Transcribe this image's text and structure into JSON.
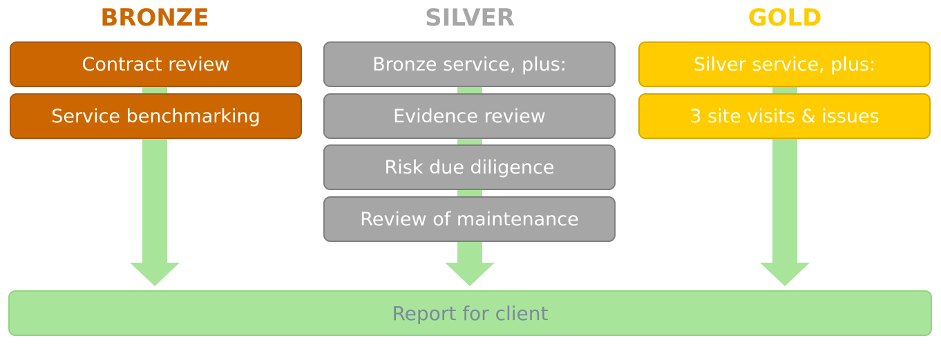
{
  "colors": {
    "bronze": "#cc6600",
    "silver": "#a6a6a6",
    "gold": "#ffcc00",
    "arrow": "#a9e49b",
    "report_text": "#7a8b9a"
  },
  "tiers": {
    "bronze": {
      "title": "BRONZE",
      "items": [
        "Contract review",
        "Service benchmarking"
      ]
    },
    "silver": {
      "title": "SILVER",
      "items": [
        "Bronze service, plus:",
        "Evidence review",
        "Risk due diligence",
        "Review of maintenance"
      ]
    },
    "gold": {
      "title": "GOLD",
      "items": [
        "Silver service, plus:",
        "3 site visits & issues"
      ]
    }
  },
  "report": {
    "label": "Report for client"
  }
}
